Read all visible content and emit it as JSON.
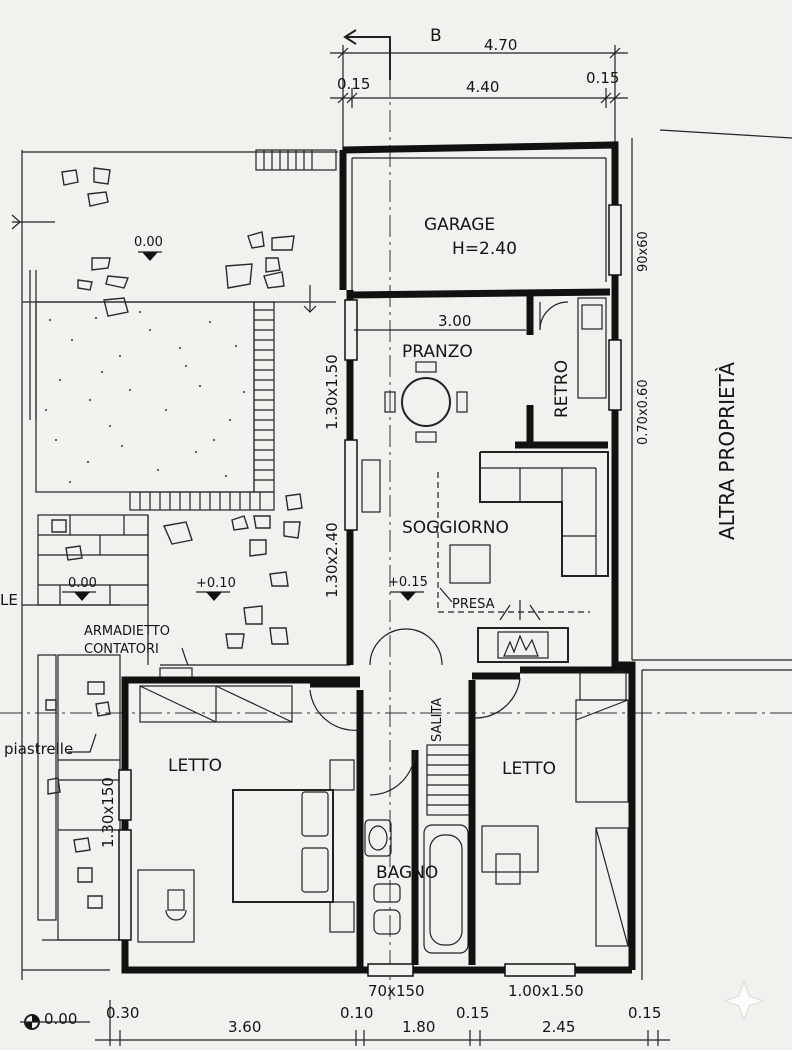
{
  "section_mark": "B",
  "dimensions": {
    "top_total": "4.70",
    "top_wall_left": "0.15",
    "top_inner": "4.40",
    "top_wall_right": "0.15",
    "dining_width": "3.00",
    "window_garage": "90x60",
    "window_retro": "0.70x0.60",
    "window_left_upper": "1.30x1.50",
    "window_left_lower": "1.30x2.40",
    "window_left_bedroom": "1.30x150",
    "window_bath": "70x150",
    "window_bedroom_right": "1.00x1.50",
    "bottom": [
      "0.30",
      "3.60",
      "0.10",
      "1.80",
      "0.15",
      "2.45",
      "0.15"
    ]
  },
  "rooms": {
    "garage": "GARAGE",
    "garage_height": "H=2.40",
    "pranzo": "PRANZO",
    "retro": "RETRO",
    "soggiorno": "SOGGIORNO",
    "letto_left": "LETTO",
    "letto_right": "LETTO",
    "bagno": "BAGNO"
  },
  "levels": {
    "garden": "0.00",
    "courtyard": "0.00",
    "terrace": "+0.10",
    "interior": "+0.15",
    "bottom_left": "0.00"
  },
  "labels": {
    "neighbor": "ALTRA PROPRIETÀ",
    "presa": "PRESA",
    "armadietto_1": "ARMADIETTO",
    "armadietto_2": "CONTATORI",
    "piastrelle": "piastrelle",
    "salita": "SALITA",
    "edge_left": "LE"
  }
}
